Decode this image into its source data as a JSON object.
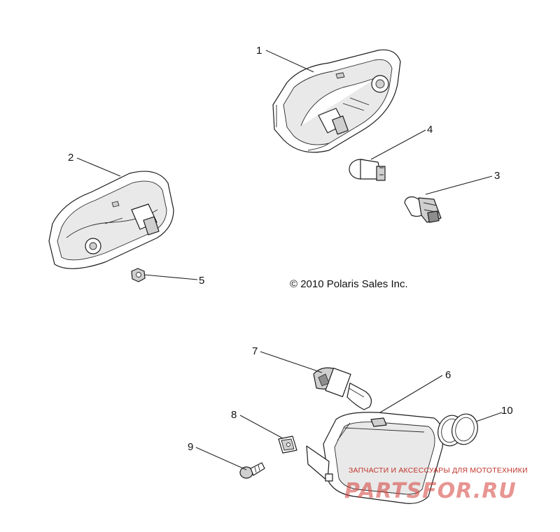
{
  "copyright": "© 2010 Polaris Sales Inc.",
  "callouts": [
    "1",
    "2",
    "3",
    "4",
    "5",
    "6",
    "7",
    "8",
    "9",
    "10"
  ],
  "watermark": {
    "tagline": "ЗАПЧАСТИ И АКСЕССУАРЫ ДЛЯ МОТОТЕХНИКИ",
    "logo": "PARTSFOR.RU"
  },
  "colors": {
    "line": "#1c1c1c",
    "watermark": "#d4403a"
  }
}
